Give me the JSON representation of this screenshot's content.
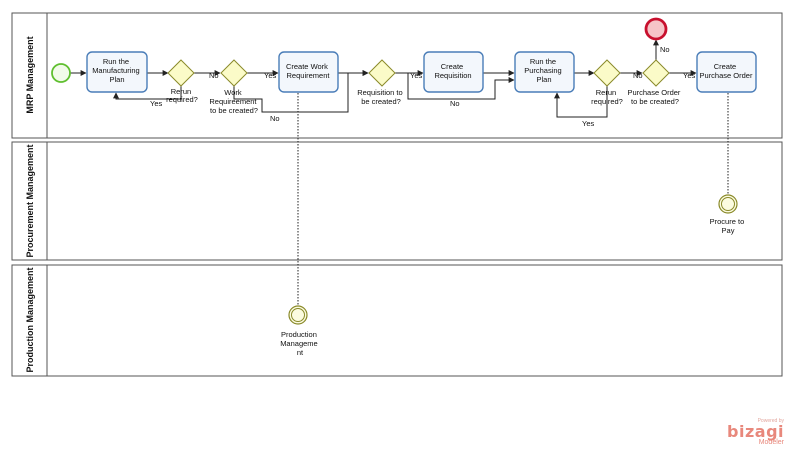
{
  "lanes": {
    "mrp": "MRP Management",
    "procurement": "Procurement Management",
    "production": "Production Management"
  },
  "tasks": {
    "run_manufacturing_plan": [
      "Run the",
      "Manufacturing",
      "Plan"
    ],
    "create_work_requirement": [
      "Create  Work",
      "Requirement"
    ],
    "create_requisition": [
      "Create",
      "Requisition"
    ],
    "run_purchasing_plan": [
      "Run the",
      "Purchasing",
      "Plan"
    ],
    "create_purchase_order": [
      "Create",
      "Purchase Order"
    ]
  },
  "gateways": {
    "rerun_1": [
      "Rerun",
      "required?"
    ],
    "work_req": [
      "Work",
      "Requireement",
      "to be created?"
    ],
    "requisition": [
      "Requisition to",
      "be created?"
    ],
    "rerun_2": [
      "Rerun",
      "required?"
    ],
    "purchase_order": [
      "Purchase Order",
      "to be created?"
    ]
  },
  "flow_labels": {
    "yes": "Yes",
    "no": "No"
  },
  "events": {
    "production_management": [
      "Production",
      "Manageme",
      "nt"
    ],
    "procure_to_pay": [
      "Procure to",
      "Pay"
    ]
  },
  "branding": {
    "powered_by": "Powered by",
    "brand": "bizagi",
    "product": "Modeler"
  },
  "colors": {
    "task_stroke": "#4a7db8",
    "task_fill": "#f3f7fc",
    "gateway_fill": "#fbfbc8",
    "start_event": "#5fbf2f",
    "end_event": "#c8102e",
    "intermediate_event": "#8a8a2a",
    "brand": "#e8887c"
  }
}
